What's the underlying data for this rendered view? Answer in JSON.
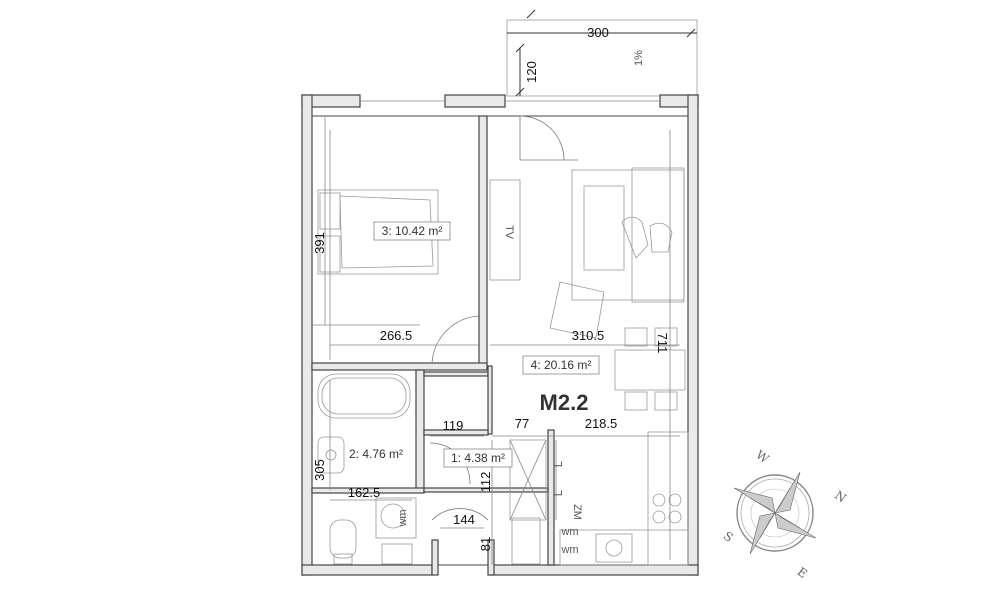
{
  "unit_label": "M2.2",
  "rooms": [
    {
      "label": "3: 10.42 m²"
    },
    {
      "label": "4: 20.16 m²"
    },
    {
      "label": "2: 4.76 m²"
    },
    {
      "label": "1: 4.38 m²"
    }
  ],
  "dimensions": {
    "balcony_width": "300",
    "balcony_depth": "120",
    "bedroom_height": "391",
    "bedroom_width": "266.5",
    "living_width": "310.5",
    "living_height": "711",
    "bath_height": "305",
    "bath_width": "162.5",
    "hall_width": "119",
    "hall_offset": "77",
    "kitchen_width": "218.5",
    "hall_height": "112",
    "entry_width": "144",
    "entry_height": "81"
  },
  "annotations": {
    "slope": "1%",
    "tv": "TV",
    "wm1": "wm",
    "wm2": "wm",
    "wm3": "wm",
    "zm": "ZM",
    "l1": "L",
    "l2": "L"
  },
  "compass": {
    "n": "N",
    "e": "E",
    "s": "S",
    "w": "W"
  }
}
